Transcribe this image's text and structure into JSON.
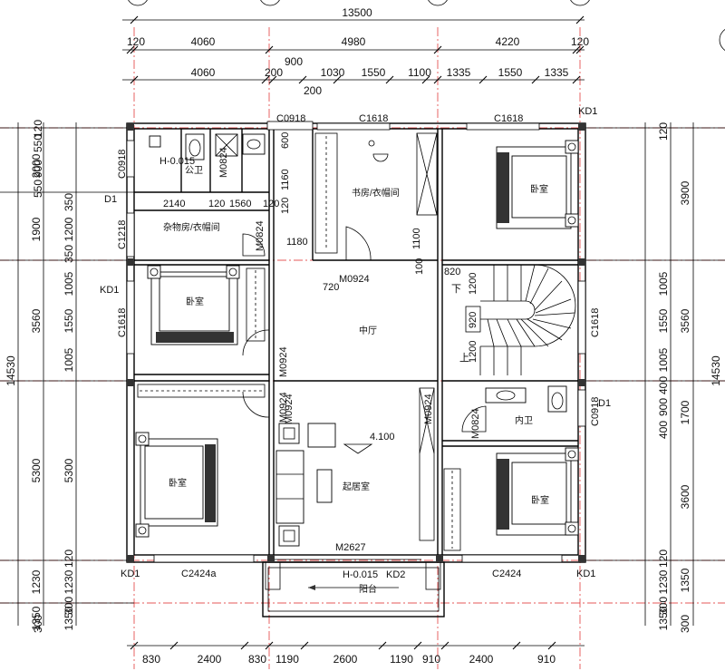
{
  "dimensions": {
    "top_total": "13500",
    "top_row1": [
      "120",
      "4060",
      "4980",
      "4220",
      "120"
    ],
    "top_row2": [
      "4060",
      "200",
      "900",
      "1030",
      "1550",
      "1100",
      "1335",
      "1550",
      "1335"
    ],
    "top_small": "200",
    "bottom_row": [
      "830",
      "2400",
      "830",
      "1190",
      "2600",
      "1190",
      "910",
      "2400",
      "910"
    ],
    "left_total": "14530",
    "right_total": "14530",
    "left_outer": [
      "2000",
      "1900",
      "3560",
      "5300",
      "1230",
      "1350"
    ],
    "left_inner": [
      "120",
      "550",
      "900",
      "550",
      "350",
      "1200",
      "350",
      "1005",
      "1550",
      "1005",
      "5300",
      "120",
      "1230",
      "300",
      "1350",
      "300"
    ],
    "right_outer": [
      "3900",
      "3560",
      "1700",
      "3600",
      "1350"
    ],
    "right_inner": [
      "120",
      "1005",
      "1550",
      "1005",
      "400",
      "900",
      "400",
      "120",
      "1230",
      "300",
      "1350",
      "300"
    ]
  },
  "rooms": {
    "public_wc": "公卫",
    "storage": "杂物房/衣帽间",
    "study": "书房/衣帽间",
    "bedroom_ne": "卧室",
    "bedroom_w": "卧室",
    "hall": "中厅",
    "bedroom_sw": "卧室",
    "living": "起居室",
    "private_wc": "内卫",
    "bedroom_se": "卧室",
    "balcony": "阳台"
  },
  "tags": {
    "c0918_top": "C0918",
    "c1618_top1": "C1618",
    "c1618_top2": "C1618",
    "kd1_ne": "KD1",
    "c0918_left": "C0918",
    "d1_left": "D1",
    "h_0015_top": "H-0.015",
    "m0824_wc": "M0824",
    "c1218": "C1218",
    "m0824_store": "M0824",
    "kd1_w": "KD1",
    "c1618_w": "C1618",
    "m0924_study": "M0924",
    "m0924_bedw": "M0924",
    "c1618_e": "C1618",
    "m0924_bedsw": "M0924",
    "m0924_liv_l": "M0924",
    "m0924_liv_r": "M0924",
    "m0824_inner": "M0824",
    "c0918_e": "C0918",
    "d1_e": "D1",
    "level": "4.100",
    "m2627": "M2627",
    "h_0015_bal": "H-0.015",
    "kd2": "KD2",
    "kd1_sw": "KD1",
    "c2424a": "C2424a",
    "c2424": "C2424",
    "kd1_se": "KD1"
  },
  "inner_dims": {
    "d600": "600",
    "d1160": "1160",
    "d120a": "120",
    "d2140": "2140",
    "d120b": "120",
    "d1560": "1560",
    "d120c": "120",
    "d1180": "1180",
    "d1100": "1100",
    "d720": "720",
    "d100": "100",
    "d820": "820",
    "d1200a": "1200",
    "d920": "920",
    "d1200b": "1200"
  },
  "stair_marks": {
    "down": "下",
    "up": "上"
  },
  "colors": {
    "axis": "#d22222",
    "line": "#000000"
  }
}
